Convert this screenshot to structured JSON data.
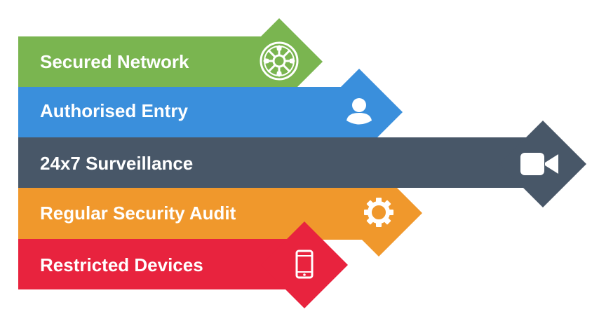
{
  "items": [
    {
      "label": "Secured Network",
      "color": "#7ab550",
      "icon": "empire-emblem-icon"
    },
    {
      "label": "Authorised Entry",
      "color": "#3a8fdc",
      "icon": "user-icon"
    },
    {
      "label": "24x7 Surveillance",
      "color": "#485768",
      "icon": "video-camera-icon"
    },
    {
      "label": "Regular Security Audit",
      "color": "#f0982c",
      "icon": "gear-icon"
    },
    {
      "label": "Restricted Devices",
      "color": "#e8233e",
      "icon": "mobile-phone-icon"
    }
  ]
}
